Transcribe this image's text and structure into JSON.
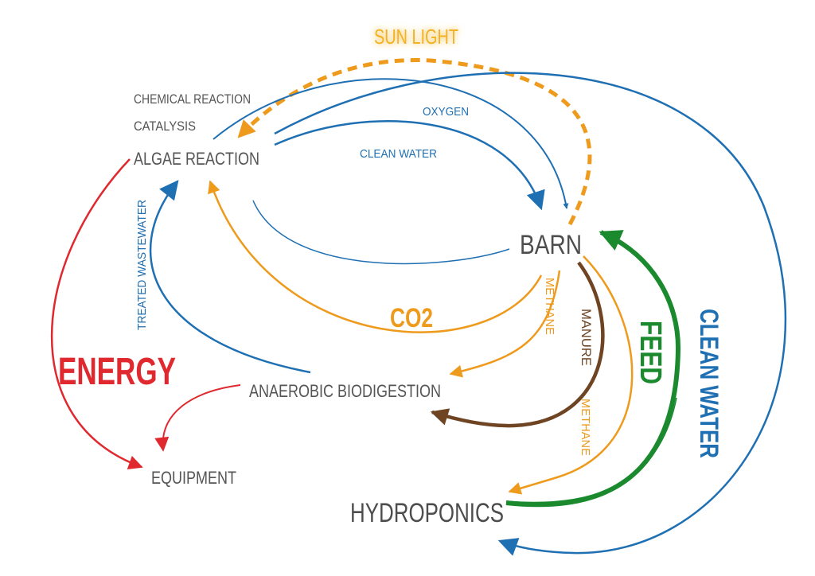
{
  "colors": {
    "blue": "#1f6fb3",
    "orange": "#ee9a1c",
    "red": "#e0282f",
    "green": "#1b8a2e",
    "brown": "#6e4422",
    "gray": "#555555",
    "sun_glow": "#ffd84d"
  },
  "nodes": {
    "chemical_reaction": "CHEMICAL REACTION",
    "catalysis": "CATALYSIS",
    "algae_reaction": "ALGAE REACTION",
    "barn": "BARN",
    "anaerobic_biodigestion": "ANAEROBIC BIODIGESTION",
    "equipment": "EQUIPMENT",
    "hydroponics": "HYDROPONICS"
  },
  "labels": {
    "sun_light": "SUN LIGHT",
    "oxygen": "OXYGEN",
    "clean_water_top": "CLEAN WATER",
    "treated_wastewater": "TREATED WASTEWATER",
    "co2": "CO2",
    "methane_1": "METHANE",
    "manure": "MANURE",
    "methane_2": "METHANE",
    "feed": "FEED",
    "clean_water_right": "CLEAN WATER",
    "energy": "ENERGY"
  }
}
